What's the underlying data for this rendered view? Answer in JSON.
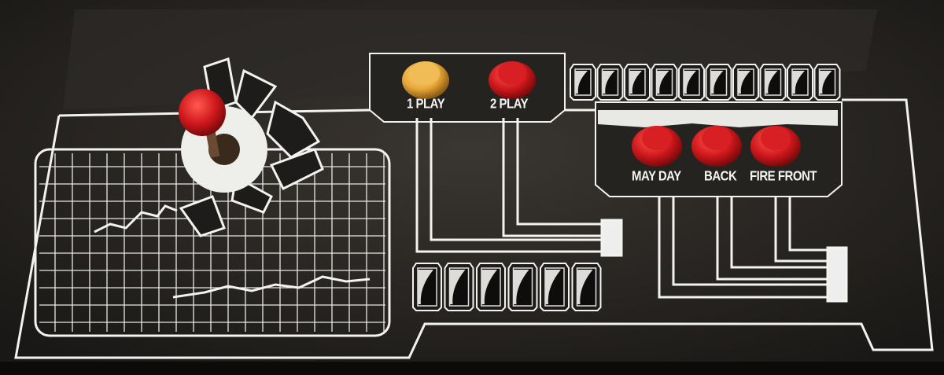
{
  "panel": {
    "colors": {
      "surface": "#2b2926",
      "artwork_lines": "#f2f2ee",
      "player1_button": "#e8a838",
      "red_button": "#d0181c",
      "joystick_ball": "#d8141a"
    },
    "start_buttons": [
      {
        "label": "1 PLAY",
        "color": "#e8a838"
      },
      {
        "label": "2 PLAY",
        "color": "#d0181c"
      }
    ],
    "action_buttons": [
      {
        "label": "MAY DAY",
        "color": "#d0181c"
      },
      {
        "label": "BACK",
        "color": "#d0181c"
      },
      {
        "label": "FIRE FRONT",
        "color": "#d0181c"
      }
    ],
    "joystick": {
      "icon": "joystick-icon"
    },
    "radar_grid": {
      "icon": "radar-grid-icon"
    }
  }
}
